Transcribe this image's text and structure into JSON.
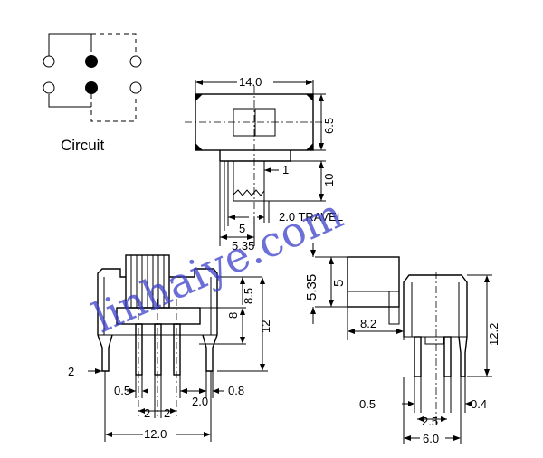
{
  "circuit": {
    "label": "Circuit"
  },
  "top_view": {
    "width": "14.0",
    "height": "6.5",
    "lever_width": "1",
    "lever_length": "10",
    "travel": "2.0 TRAVEL",
    "lever_offset": "5",
    "lever_offset_total": "5.35"
  },
  "front_view": {
    "body_height": "8",
    "total_height": "8.5",
    "pin_height": "12",
    "tab_width": "2",
    "pin_width": "0.5",
    "pin_pitch_a": "2",
    "pin_pitch_b": "2",
    "pin_span": "2.0",
    "tab_thickness": "0.8",
    "total_width": "12.0"
  },
  "side_view": {
    "lever_height": "5.35",
    "lever_inner": "5",
    "lever_depth": "8.2",
    "total_height": "12.2",
    "pin_width": "0.5",
    "pin_pitch": "2.5",
    "tab_width": "0.4",
    "total_width": "6.0"
  },
  "watermark": "linhaiye.com"
}
